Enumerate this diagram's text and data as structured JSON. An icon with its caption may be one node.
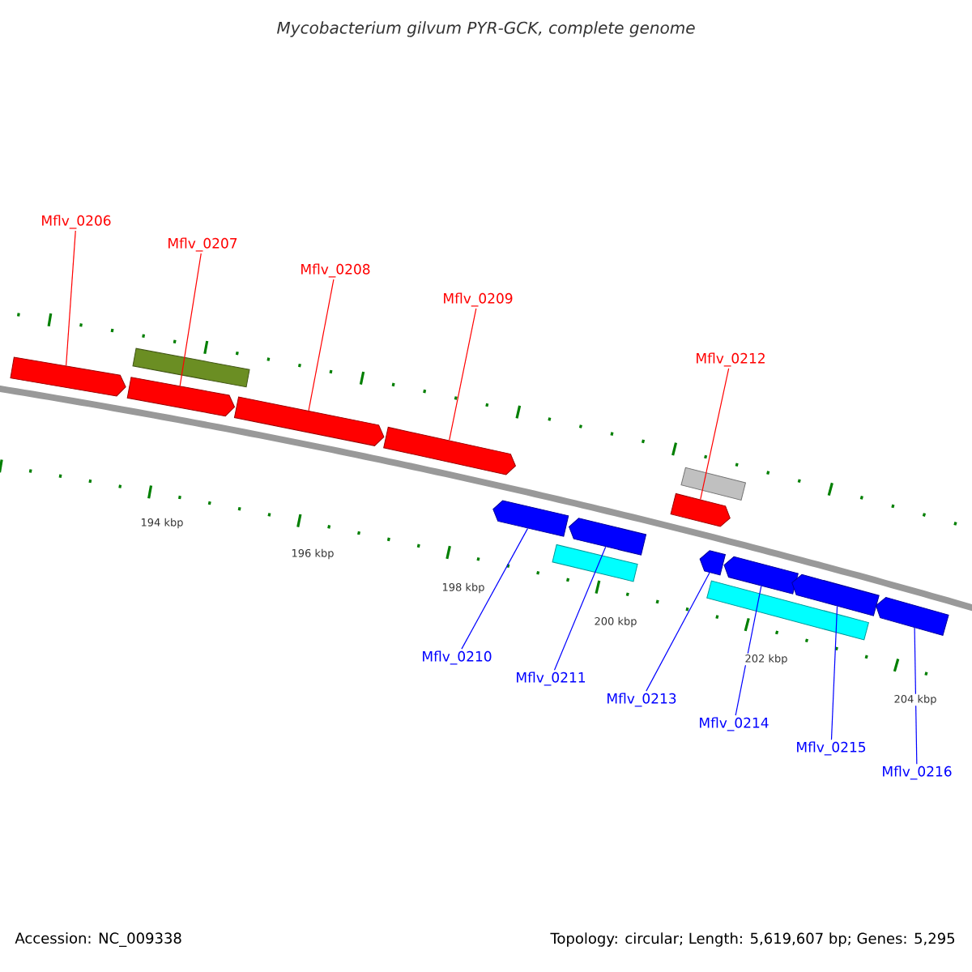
{
  "diagram": {
    "title": "Mycobacterium gilvum PYR-GCK, complete genome",
    "nodes": [
      {
        "text": [
          "Mflv_0206"
        ]
      },
      {
        "text": [
          "Mflv_0207"
        ]
      },
      {
        "text": [
          "Mflv_0208"
        ]
      },
      {
        "text": [
          "Mflv_0209"
        ]
      },
      {
        "text": [
          "Mflv_0212"
        ]
      },
      {
        "text": [
          "Mflv_0210"
        ]
      },
      {
        "text": [
          "Mflv_0211"
        ]
      },
      {
        "text": [
          "Mflv_0213"
        ]
      },
      {
        "text": [
          "Mflv_0214"
        ]
      },
      {
        "text": [
          "Mflv_0215"
        ]
      },
      {
        "text": [
          "Mflv_0216"
        ]
      },
      {
        "text": [],
        "shape": "arrow"
      },
      {
        "text": [],
        "shape": "arrow"
      },
      {
        "text": [],
        "shape": "box"
      },
      {
        "text": [],
        "shape": "arrow"
      },
      {
        "text": [],
        "shape": "arrow"
      },
      {
        "text": [],
        "shape": "arrow"
      },
      {
        "text": [],
        "shape": "box"
      },
      {
        "text": [],
        "shape": "arrow"
      },
      {
        "text": [],
        "shape": "arrow"
      },
      {
        "text": [],
        "shape": "box"
      },
      {
        "text": [],
        "shape": "arrow"
      },
      {
        "text": [],
        "shape": "box"
      },
      {
        "text": [],
        "shape": "arrow"
      },
      {
        "text": [],
        "shape": "arrow"
      },
      {
        "text": [],
        "shape": "arrow"
      }
    ],
    "edges": [
      {
        "from": 0,
        "to": 11,
        "arrow": "none",
        "color": "#ff0000"
      },
      {
        "from": 1,
        "to": 12,
        "arrow": "none",
        "color": "#ff0000"
      },
      {
        "from": 2,
        "to": 14,
        "arrow": "none",
        "color": "#ff0000"
      },
      {
        "from": 3,
        "to": 15,
        "arrow": "none",
        "color": "#ff0000"
      },
      {
        "from": 4,
        "to": 19,
        "arrow": "none",
        "color": "#ff0000"
      },
      {
        "from": 5,
        "to": 16,
        "arrow": "none"
      },
      {
        "from": 6,
        "to": 18,
        "arrow": "none"
      },
      {
        "from": 7,
        "to": 21,
        "arrow": "none"
      },
      {
        "from": 8,
        "to": 23,
        "arrow": "none"
      },
      {
        "from": 9,
        "to": 24,
        "arrow": "none"
      },
      {
        "from": 10,
        "to": 25,
        "arrow": "none"
      }
    ],
    "labels": [
      "194 kbp",
      "196 kbp",
      "198 kbp",
      "200 kbp",
      "202 kbp",
      "204 kbp",
      "Accession: NC_009338",
      "Topology: circular; Length: 5,619,607 bp; Genes: 5,295"
    ]
  }
}
